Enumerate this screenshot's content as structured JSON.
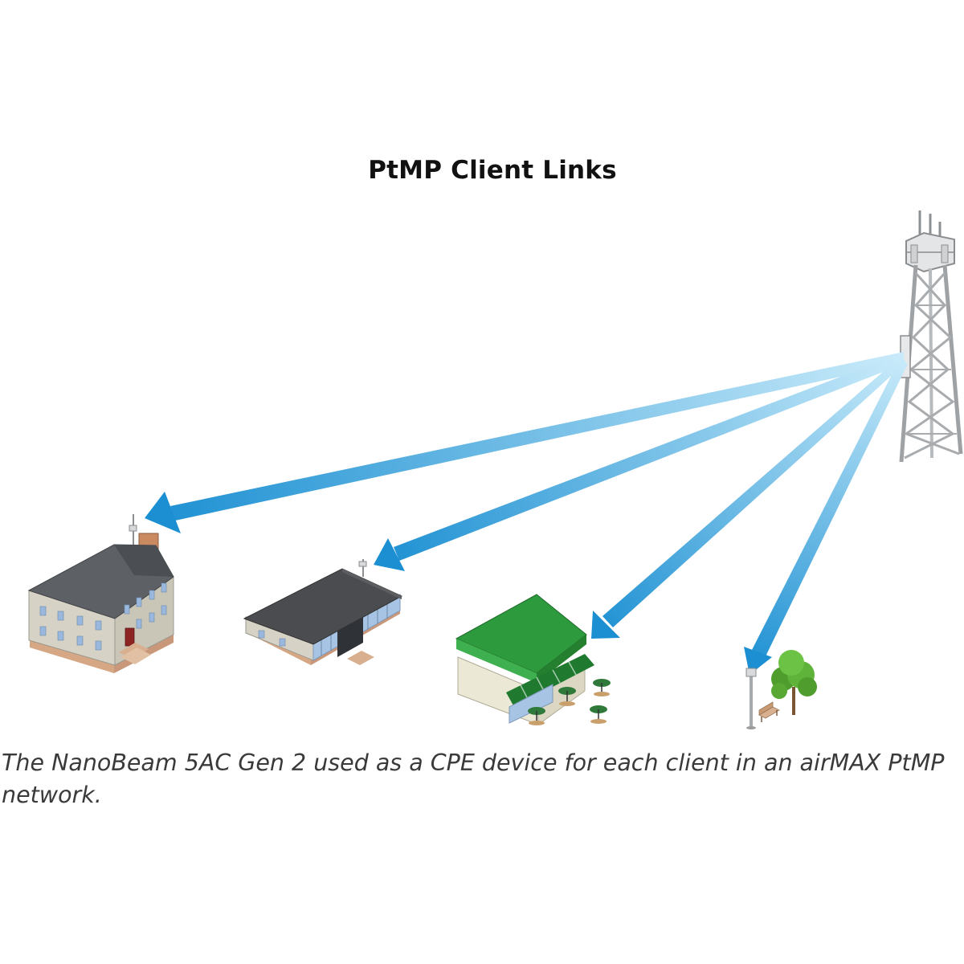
{
  "title": "PtMP Client Links",
  "caption": "The NanoBeam 5AC Gen 2 used as a CPE device for each client in an airMAX PtMP network.",
  "colors": {
    "link_arrow_dark": "#1b8fd2",
    "link_arrow_light": "#c9ebfa",
    "house_roof": "#5d6166",
    "house_wall": "#d6d3c6",
    "window": "#9ab8de",
    "office_roof": "#4a4c4f",
    "cafe_roof": "#2e9a3e",
    "awning": "#1f7a2f",
    "tree_green": "#62b53a",
    "tower_gray": "#a9acaf"
  },
  "nodes": [
    {
      "id": "tower",
      "icon": "tower-icon"
    },
    {
      "id": "house",
      "icon": "house-icon"
    },
    {
      "id": "office",
      "icon": "office-building-icon"
    },
    {
      "id": "cafe",
      "icon": "cafe-icon"
    },
    {
      "id": "park",
      "icon": "street-pole-icon"
    }
  ]
}
